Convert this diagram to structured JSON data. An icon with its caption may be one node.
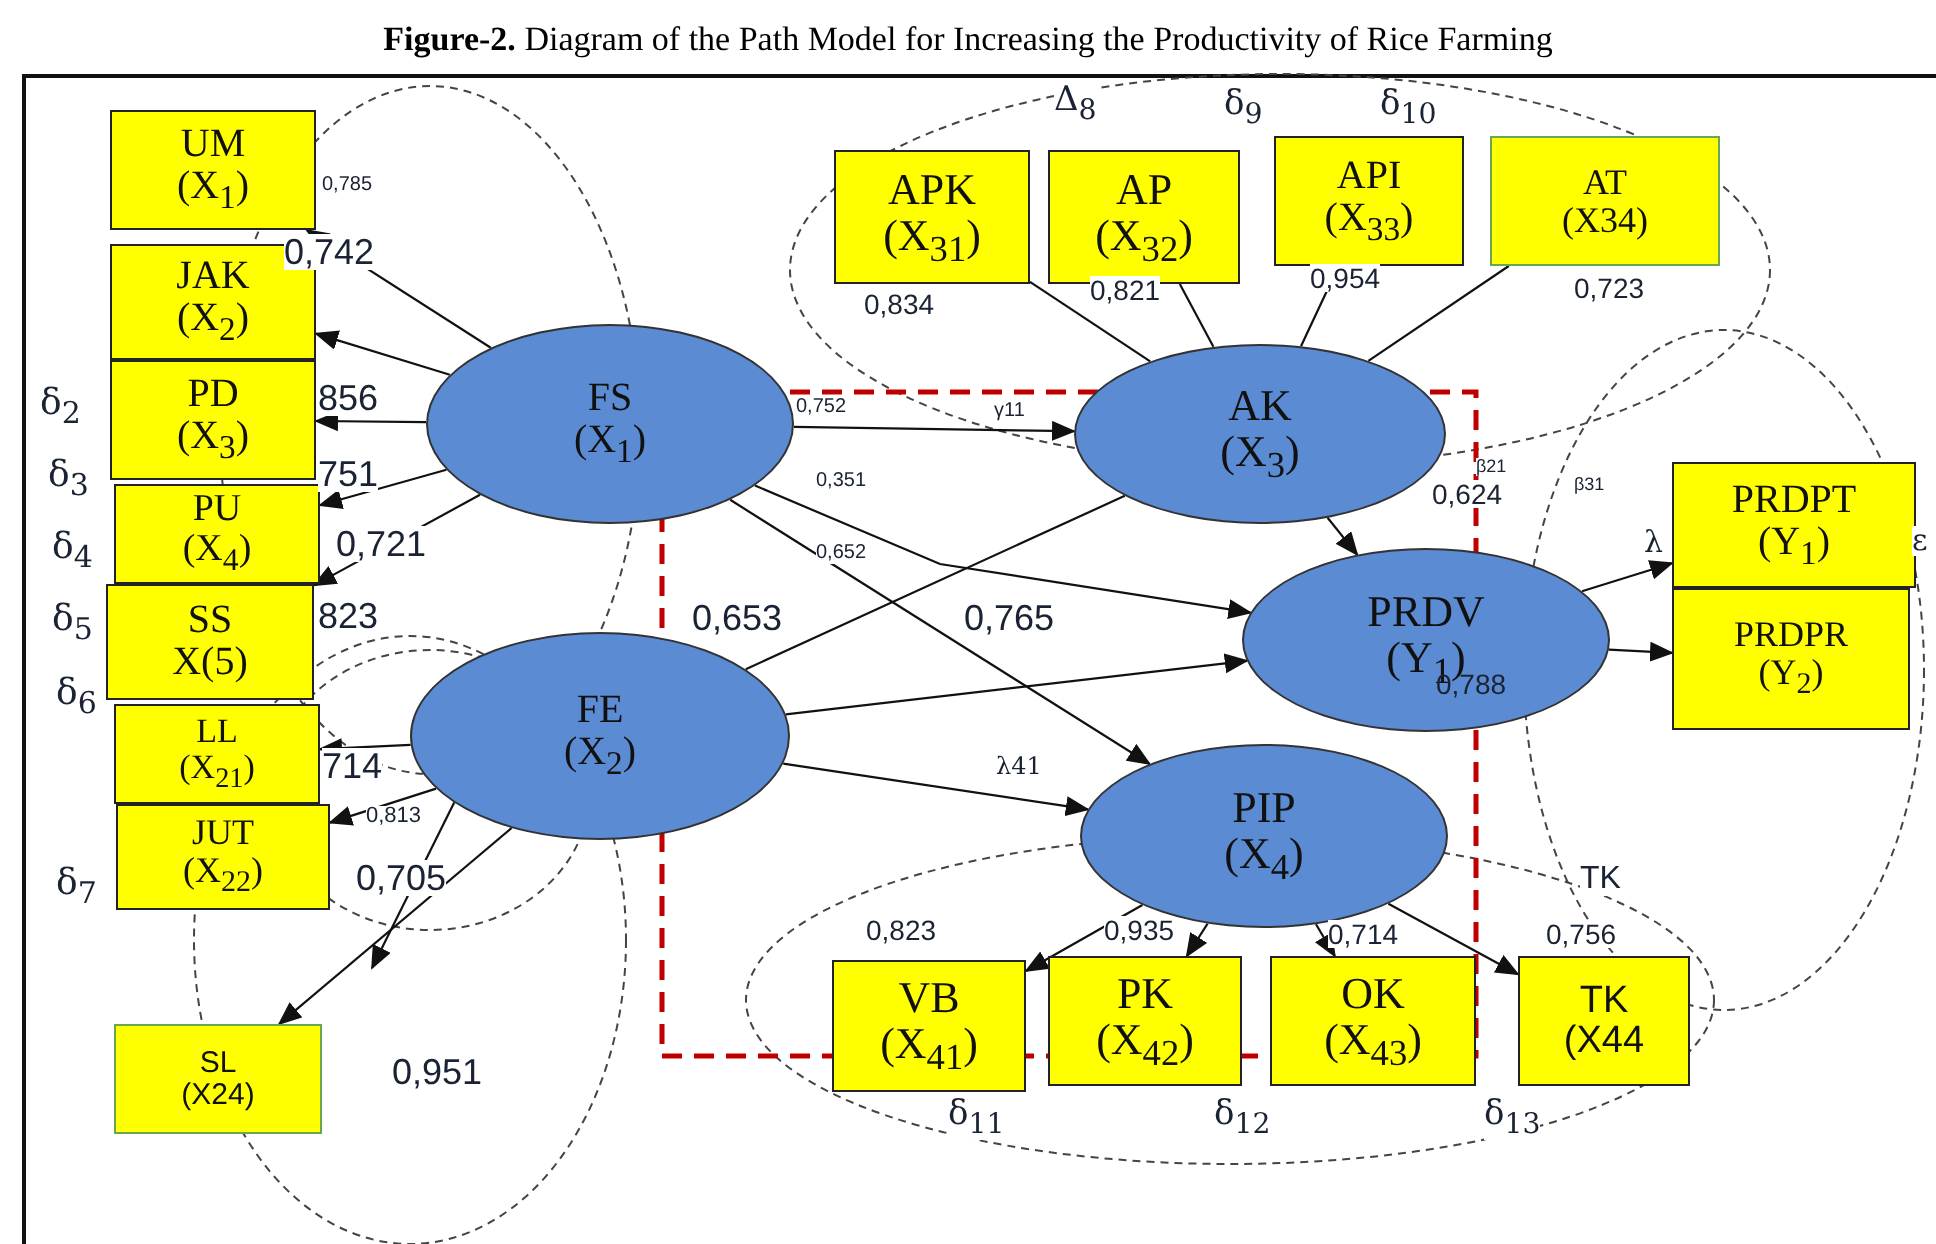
{
  "diagram": {
    "title": "**Figure-2.** Diagram of the Path Model for Increasing the Productivity of Rice Farming",
    "nodes": [
      {
        "text": [
          "UM",
          "(X$_{1}$)"
        ]
      },
      {
        "text": [
          "JAK",
          "(X$_{2}$)"
        ]
      },
      {
        "text": [
          "PD",
          "(X$_{3}$)"
        ]
      },
      {
        "text": [
          "PU",
          "(X$_{4}$)"
        ]
      },
      {
        "text": [
          "SS",
          "X(5)"
        ]
      },
      {
        "text": [
          "LL",
          "(X$_{21}$)"
        ]
      },
      {
        "text": [
          "JUT",
          "(X$_{22}$)"
        ]
      },
      {
        "text": [
          "SL",
          "(X24)"
        ]
      },
      {
        "text": [
          "FS",
          "(X$_{1}$)"
        ]
      },
      {
        "text": [
          "FE",
          "(X$_{2}$)"
        ]
      },
      {
        "text": [
          "APK",
          "(X$_{31}$)"
        ]
      },
      {
        "text": [
          "AP",
          "(X$_{32}$)"
        ]
      },
      {
        "text": [
          "API",
          "(X$_{33}$)"
        ]
      },
      {
        "text": [
          "AT",
          "(X34)"
        ]
      },
      {
        "text": [
          "AK",
          "(X$_{3}$)"
        ]
      },
      {
        "text": [
          "PRDV",
          "(Y$_{1}$)"
        ]
      },
      {
        "text": [
          "PIP",
          "(X$_{4}$)"
        ]
      },
      {
        "text": [
          "PRDPT",
          "(Y$_{1}$)"
        ]
      },
      {
        "text": [
          "PRDPR",
          "(Y$_{2}$)"
        ]
      },
      {
        "text": [
          "VB",
          "(X$_{41}$)"
        ]
      },
      {
        "text": [
          "PK",
          "(X$_{42}$)"
        ]
      },
      {
        "text": [
          "OK",
          "(X$_{43}$)"
        ]
      },
      {
        "text": [
          "TK",
          "(X44"
        ]
      }
    ],
    "edges": [
      {
        "from": 8,
        "to": 0,
        "arrow": "to"
      },
      {
        "from": 8,
        "to": 1,
        "arrow": "to"
      },
      {
        "from": 8,
        "to": 2,
        "arrow": "to"
      },
      {
        "from": 8,
        "to": 3,
        "arrow": "to"
      },
      {
        "from": 8,
        "to": 4,
        "arrow": "to"
      },
      {
        "from": 9,
        "to": 5,
        "arrow": "to"
      },
      {
        "from": 9,
        "to": 6,
        "arrow": "to"
      },
      {
        "from": 9,
        "to": null,
        "arrow": "to"
      },
      {
        "from": 9,
        "to": 7,
        "arrow": "to"
      },
      {
        "from": 10,
        "to": 14,
        "arrow": "none"
      },
      {
        "from": 11,
        "to": 14,
        "arrow": "none"
      },
      {
        "from": 12,
        "to": 14,
        "arrow": "none"
      },
      {
        "from": 13,
        "to": 14,
        "arrow": "none"
      },
      {
        "from": 8,
        "to": 14,
        "arrow": "to"
      },
      {
        "from": 8,
        "to": 15,
        "arrow": "to"
      },
      {
        "from": 8,
        "to": 16,
        "arrow": "to"
      },
      {
        "from": 9,
        "to": 14,
        "arrow": "none"
      },
      {
        "from": 9,
        "to": 15,
        "arrow": "to"
      },
      {
        "from": 9,
        "to": 16,
        "arrow": "to"
      },
      {
        "from": 14,
        "to": 15,
        "arrow": "to"
      },
      {
        "from": 15,
        "to": 17,
        "arrow": "to"
      },
      {
        "from": 15,
        "to": 18,
        "arrow": "to"
      },
      {
        "from": 16,
        "to": 19,
        "arrow": "to"
      },
      {
        "from": 16,
        "to": 20,
        "arrow": "to"
      },
      {
        "from": 16,
        "to": 21,
        "arrow": "to"
      },
      {
        "from": 16,
        "to": 22,
        "arrow": "to"
      }
    ],
    "labels": [
      "Δ$_{8}$",
      "δ$_{9}$",
      "δ$_{10}$",
      "0,785",
      "0,742",
      "0,834",
      "0,821",
      "0,954",
      "0,723",
      "δ$_{2}$",
      "856",
      "0,752",
      "γ11",
      "δ$_{3}$",
      "751",
      "0,351",
      "β21",
      "0,624",
      "β31",
      "δ$_{4}$",
      "0,721",
      "λ",
      "ε",
      "0,652",
      "δ$_{5}$",
      "823",
      "0,653",
      "0,765",
      "0,788",
      "δ$_{6}$",
      "714",
      "λ41",
      "0,813",
      "δ$_{7}$",
      "0,705",
      "TK",
      "0,823",
      "0,935",
      "0,714",
      "0,756",
      "0,951",
      "δ$_{11}$",
      "δ$_{12}$",
      "δ$_{13}$"
    ]
  }
}
